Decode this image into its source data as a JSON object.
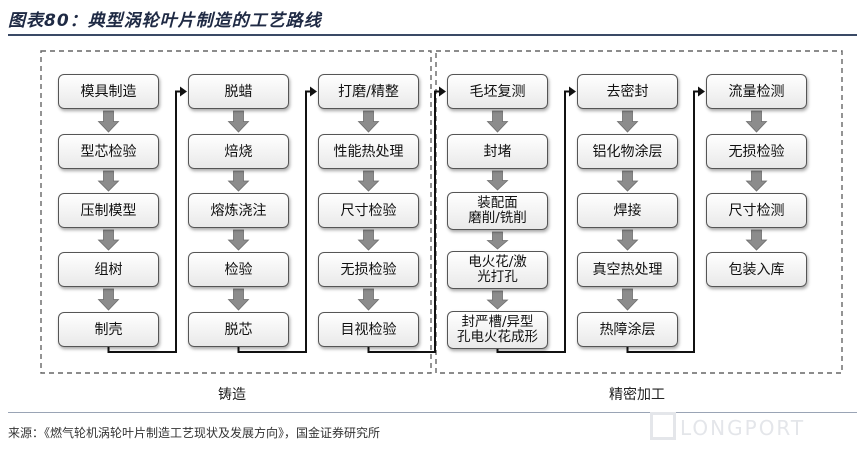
{
  "title": "图表80：典型涡轮叶片制造的工艺路线",
  "source": "来源：《燃气轮机涡轮叶片制造工艺现状及发展方向》，国金证券研究所",
  "watermark": "LONGPORT",
  "stages": [
    {
      "label": "铸造"
    },
    {
      "label": "精密加工"
    }
  ],
  "columns": [
    [
      "模具制造",
      "型芯检验",
      "压制模型",
      "组树",
      "制壳"
    ],
    [
      "脱蜡",
      "焙烧",
      "熔炼浇注",
      "检验",
      "脱芯"
    ],
    [
      "打磨/精整",
      "性能热处理",
      "尺寸检验",
      "无损检验",
      "目视检验"
    ],
    [
      "毛坯复测",
      "封堵",
      "装配面\n磨削/铣削",
      "电火花/激\n光打孔",
      "封严槽/异型\n孔电火花成形"
    ],
    [
      "去密封",
      "铝化物涂层",
      "焊接",
      "真空热处理",
      "热障涂层"
    ],
    [
      "流量检测",
      "无损检验",
      "尺寸检测",
      "包装入库"
    ]
  ],
  "colors": {
    "arrow_fill": "#8c8c8c",
    "connector": "#111111",
    "dashed_border": "#666666",
    "title": "#1f2a44"
  }
}
